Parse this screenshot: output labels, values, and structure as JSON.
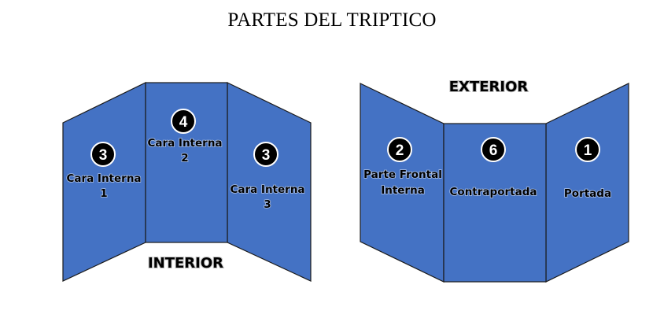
{
  "title": "PARTES DEL TRIPTICO",
  "interior": {
    "label": "INTERIOR",
    "left": {
      "number": "3",
      "line1": "Cara Interna",
      "line2": "1"
    },
    "center": {
      "number": "4",
      "line1": "Cara Interna",
      "line2": "2"
    },
    "right": {
      "number": "3",
      "line1": "Cara Interna",
      "line2": "3"
    }
  },
  "exterior": {
    "label": "EXTERIOR",
    "left": {
      "number": "2",
      "line1": "Parte Frontal",
      "line2": "Interna"
    },
    "center": {
      "number": "6",
      "line1": "Contraportada"
    },
    "right": {
      "number": "1",
      "line1": "Portada"
    }
  },
  "colors": {
    "panel": "#4472c4",
    "badge": "#000000"
  }
}
